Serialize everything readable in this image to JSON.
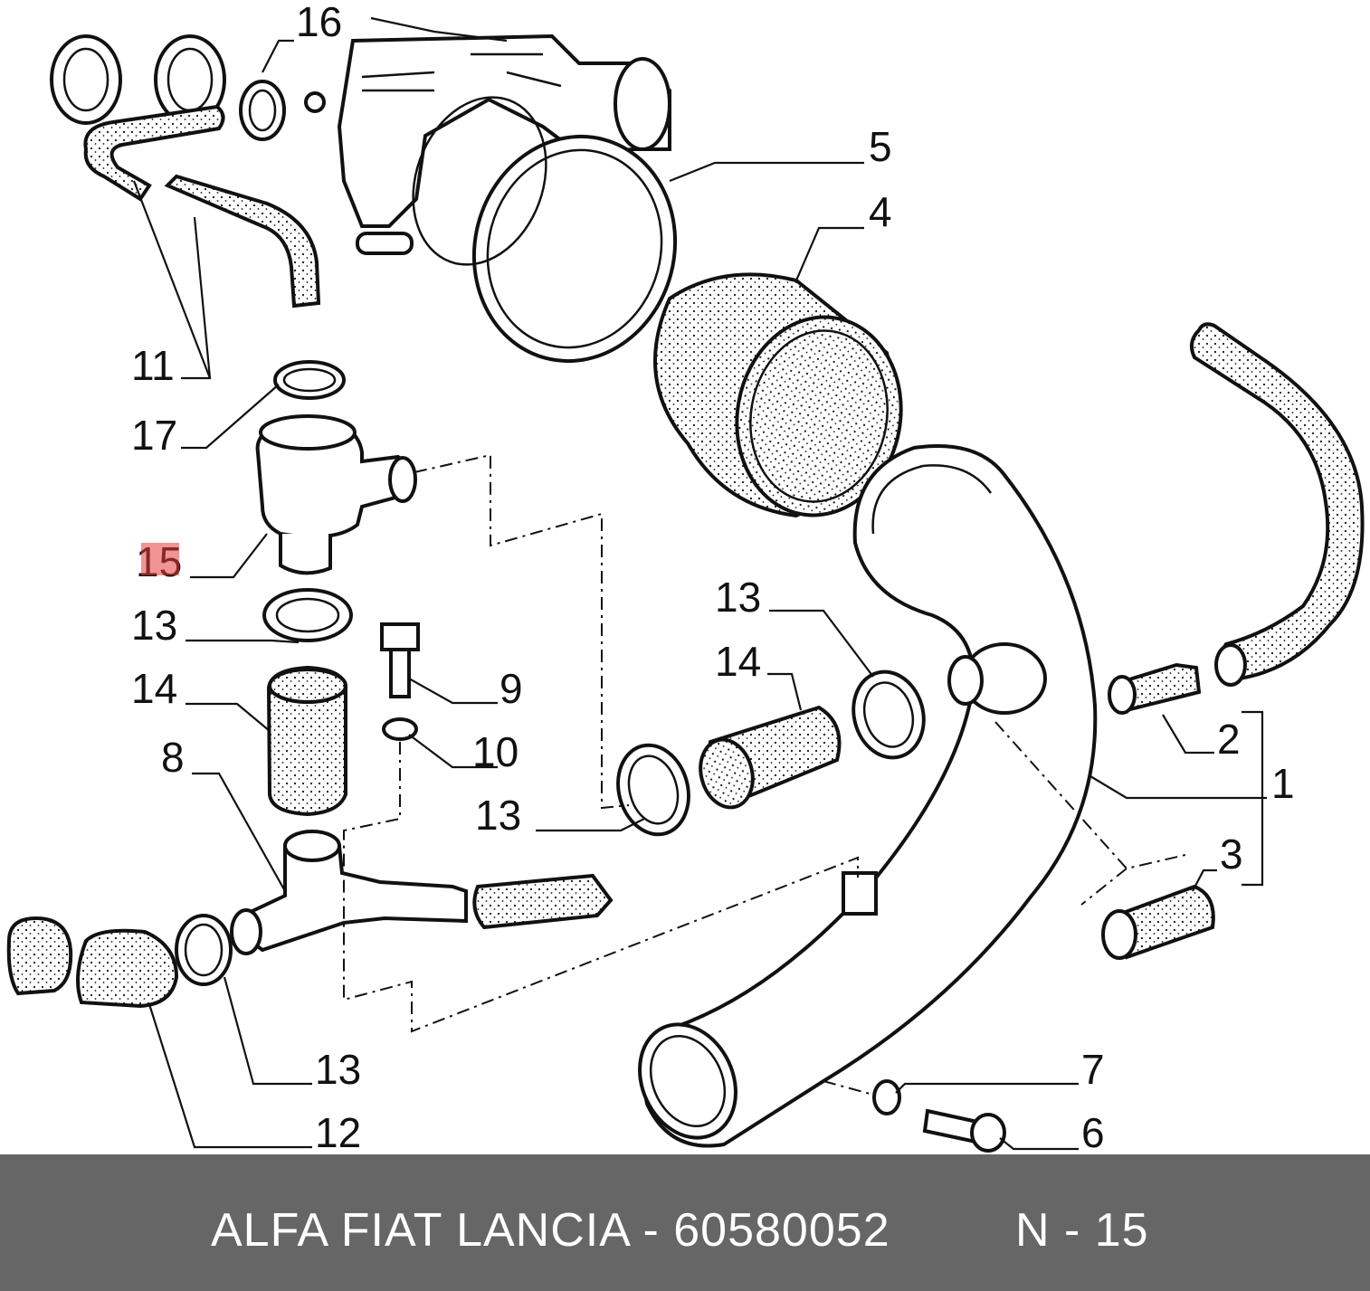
{
  "callouts": [
    "16",
    "5",
    "4",
    "11",
    "17",
    "15",
    "13",
    "13",
    "14",
    "9",
    "14",
    "10",
    "8",
    "13",
    "2",
    "1",
    "3",
    "7",
    "6",
    "13",
    "12"
  ],
  "footer": {
    "title": "ALFA FIAT LANCIA - 60580052",
    "page": "N - 15"
  },
  "colors": {
    "footer_bg": "#666666",
    "highlight": "#e63c3c"
  }
}
